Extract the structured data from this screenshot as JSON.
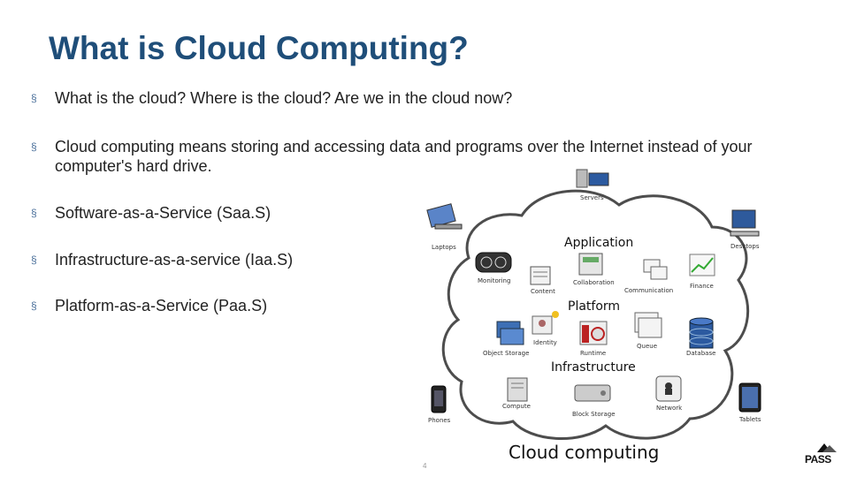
{
  "slide": {
    "title": "What is Cloud Computing?",
    "bullets": [
      "What is the cloud? Where is the cloud? Are we in the cloud now?",
      "Cloud computing means storing and accessing data and programs over the Internet instead of your computer's hard drive.",
      "Software-as-a-Service (Saa.S)",
      "Infrastructure-as-a-service (Iaa.S)",
      "Platform-as-a-Service (Paa.S)"
    ],
    "bullet_marker": "§",
    "page_number": "4"
  },
  "diagram": {
    "caption": "Cloud computing",
    "layers": {
      "application": "Application",
      "platform": "Platform",
      "infrastructure": "Infrastructure"
    },
    "outer_devices": {
      "servers": "Servers",
      "laptops": "Laptops",
      "desktops": "Desktops",
      "phones": "Phones",
      "tablets": "Tablets"
    },
    "services": {
      "monitoring": "Monitoring",
      "content": "Content",
      "collaboration": "Collaboration",
      "communication": "Communication",
      "finance": "Finance",
      "identity": "Identity",
      "object_storage": "Object Storage",
      "runtime": "Runtime",
      "queue": "Queue",
      "database": "Database",
      "compute": "Compute",
      "block_storage": "Block Storage",
      "network": "Network"
    }
  },
  "branding": {
    "logo_text": "PASS"
  },
  "colors": {
    "title": "#1f4e79",
    "cloud_stroke": "#4d4d4d",
    "accent": "#1f4e79"
  }
}
